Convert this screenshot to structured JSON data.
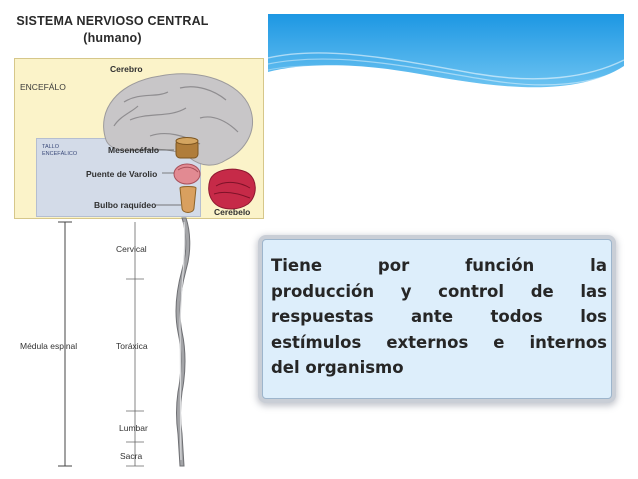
{
  "title": {
    "line1": "SISTEMA NERVIOSO CENTRAL",
    "line2": "(humano)"
  },
  "diagram": {
    "encefalo": "ENCEFÁLO",
    "cerebro": "Cerebro",
    "tallo_line1": "TALLO",
    "tallo_line2": "ENCEFÁLICO",
    "mesencefalo": "Mesencéfalo",
    "puente": "Puente de Varolio",
    "bulbo": "Bulbo raquídeo",
    "cerebelo": "Cerebelo",
    "medula": "Médula espinal",
    "cervical": "Cervical",
    "toraxica": "Toráxica",
    "lumbar": "Lumbar",
    "sacra": "Sacra"
  },
  "info": {
    "lines": [
      [
        "Tiene",
        "por",
        "función",
        "la"
      ],
      [
        "producción",
        "y",
        "control",
        "de",
        "las"
      ],
      [
        "respuestas",
        "ante",
        "todos",
        "los"
      ],
      [
        "estímulos",
        "externos",
        "e",
        "internos"
      ]
    ],
    "last_line": "del organismo"
  },
  "colors": {
    "panel_bg": "#fbf3c9",
    "panel_border": "#d6c78a",
    "brainstem_bg": "#cfd9ec",
    "brain": "#c8c6c8",
    "cerebellum": "#c62a48",
    "mesencephalon": "#b07d3a",
    "pons": "#e28a92",
    "spine": "#a4a5a8",
    "wave_blue": "#2aa3e6"
  }
}
